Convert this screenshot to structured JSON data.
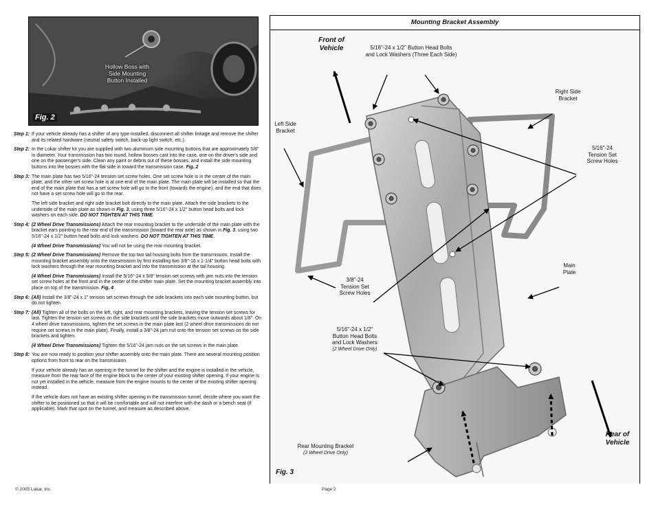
{
  "photo": {
    "label_lines": [
      "Hollow Boss with",
      "Side Mounting",
      "Button Installed"
    ],
    "fig_label": "Fig. 2"
  },
  "steps": [
    {
      "label": "Step 1:",
      "paragraphs": [
        [
          {
            "t": "If your vehicle already has a shifter of any type installed, disconnect all shifter linkage and remove the shifter and its related hardware (neutral safety switch, back-up light switch, etc.)."
          }
        ]
      ]
    },
    {
      "label": "Step 2:",
      "paragraphs": [
        [
          {
            "t": "In the Lokar shifter kit you are supplied with two aluminum side mounting buttons that are approximately 5/8\" in diameter. Your transmission has two round, hollow bosses cast into the case, one on the driver's side and one on the passenger's side. Clean any paint or debris out of these bosses, and install the side mounting buttons into the bosses with the flat side in toward the transmission case. "
          },
          {
            "t": "Fig. 2",
            "s": "bi"
          }
        ]
      ]
    },
    {
      "label": "Step 3:",
      "paragraphs": [
        [
          {
            "t": "The main plate has two 5/16\"-24 tension set screw holes. One set screw hole is in the center of the main plate, and the other set screw hole is at one end of the main plate. The main plate will be installed so that the end of the main plate that has a set screw hole will go to the front (towards the engine), and the end that does not have a set screw hole will go to the rear."
          }
        ],
        [
          {
            "t": "The left side bracket and right side bracket bolt directly to the main plate. Attach the side brackets to the underside of the main plate as shown in "
          },
          {
            "t": "Fig. 3",
            "s": "bi"
          },
          {
            "t": ", using three 5/16\"-24 x 1/2\" button head bolts and lock washers on each side. "
          },
          {
            "t": "DO NOT TIGHTEN AT THIS TIME",
            "s": "bi"
          },
          {
            "t": "."
          }
        ]
      ]
    },
    {
      "label": "Step 4:",
      "paragraphs": [
        [
          {
            "t": "(2 Wheel Drive Transmissions)",
            "s": "bi"
          },
          {
            "t": " Attach the rear mounting bracket to the underside of the main plate with the bracket ears pointing to the rear end of the transmission (toward the rear axle) as shown in "
          },
          {
            "t": "Fig. 3",
            "s": "bi"
          },
          {
            "t": ", using two 5/16\"-24 x 1/2\" button head bolts and lock washers. "
          },
          {
            "t": "DO NOT TIGHTEN AT THIS TIME",
            "s": "bi"
          },
          {
            "t": "."
          }
        ],
        [
          {
            "t": "(4 Wheel Drive Transmissions)",
            "s": "bi"
          },
          {
            "t": " You will not be using the rear mounting bracket."
          }
        ]
      ]
    },
    {
      "label": "Step 5:",
      "paragraphs": [
        [
          {
            "t": "(2 Wheel Drive Transmissions)",
            "s": "bi"
          },
          {
            "t": " Remove the top two tail housing bolts from the transmission. Install the mounting bracket assembly onto the transmission by first installing two 3/8\"-16 x 1-1/4\" button head bolts with lock washers through the rear mounting bracket and into the transmission at the tail housing."
          }
        ],
        [
          {
            "t": "(4 Wheel Drive Transmissions)",
            "s": "bi"
          },
          {
            "t": " Install the 5/16\"-24 x 5/8\" tension set screws with jam nuts into the tension set screw holes at the front and in the center of the shifter main plate. Set the mounting bracket assembly into place on top of the transmission. "
          },
          {
            "t": "Fig. 4",
            "s": "bi"
          }
        ]
      ]
    },
    {
      "label": "Step 6:",
      "paragraphs": [
        [
          {
            "t": "(All)",
            "s": "bi"
          },
          {
            "t": " Install the 3/8\"-24 x 1\" tension set screws through the side brackets into each side mounting button, but do not tighten."
          }
        ]
      ]
    },
    {
      "label": "Step 7:",
      "paragraphs": [
        [
          {
            "t": "(All)",
            "s": "bi"
          },
          {
            "t": " Tighten all of the bolts on the left, right, and rear mounting brackets, leaving the tension set screws for last. Tighten the tension set screws on the side brackets until the side brackets move outwards about 1/8\". On 4 wheel drive transmissions, tighten the set screws in the main plate last (2 wheel drive transmissions do not require set screws in the main plate). Finally, install a 3/8\"-24 jam nut onto the tension set screws on the side brackets and tighten."
          }
        ],
        [
          {
            "t": "(4 Wheel Drive Transmissions)",
            "s": "bi"
          },
          {
            "t": " Tighten the 5/16\"-24 jam nuts on the set screws in the main plate."
          }
        ]
      ]
    },
    {
      "label": "Step 8:",
      "paragraphs": [
        [
          {
            "t": "You are now ready to position your shifter assembly onto the main plate. There are several mounting position options from front to rear on the transmission."
          }
        ],
        [
          {
            "t": "If your vehicle already has an opening in the tunnel for the shifter and the engine is installed in the vehicle, measure from the rear face of the engine block to the center of your existing shifter opening. If your engine is not yet installed in the vehicle, measure from the engine mounts to the center of the existing shifter opening instead."
          }
        ],
        [
          {
            "t": "If the vehicle does not have an existing shifter opening in the transmission tunnel, decide where you want the shifter to be positioned so that it will be comfortable and will not interfere with the dash or a bench seat (if applicable). Mark that spot on the tunnel, and measure as described above."
          }
        ]
      ]
    }
  ],
  "figure": {
    "title": "Mounting Bracket Assembly",
    "fig_label": "Fig. 3",
    "labels": {
      "front_of_vehicle": [
        "Front of",
        "Vehicle"
      ],
      "button_bolts_top": [
        "5/16\"-24 x 1/2\" Button Head Bolts",
        "and Lock Washers (Three Each Side)"
      ],
      "right_side_bracket": [
        "Right Side",
        "Bracket"
      ],
      "left_side_bracket": [
        "Left Side",
        "Bracket"
      ],
      "tension_5_16": [
        "5/16\"-24",
        "Tension Set",
        "Screw Holes"
      ],
      "main_plate": [
        "Main",
        "Plate"
      ],
      "tension_3_8": [
        "3/8\"-24",
        "Tension Set",
        "Screw Holes"
      ],
      "button_bolts_bottom": [
        "5/16\"-24 x 1/2\"",
        "Button Head Bolts",
        "and Lock Washers"
      ],
      "button_bolts_bottom_note": "(2 Wheel Drive Only)",
      "rear_mounting_bracket": "Rear Mounting Bracket",
      "rear_mounting_bracket_note": "(2 Wheel Drive Only)",
      "rear_of_vehicle": [
        "Rear of",
        "Vehicle"
      ]
    }
  },
  "footer": {
    "copyright": "© 2005 Lokar, Inc.",
    "page": "Page 2"
  }
}
